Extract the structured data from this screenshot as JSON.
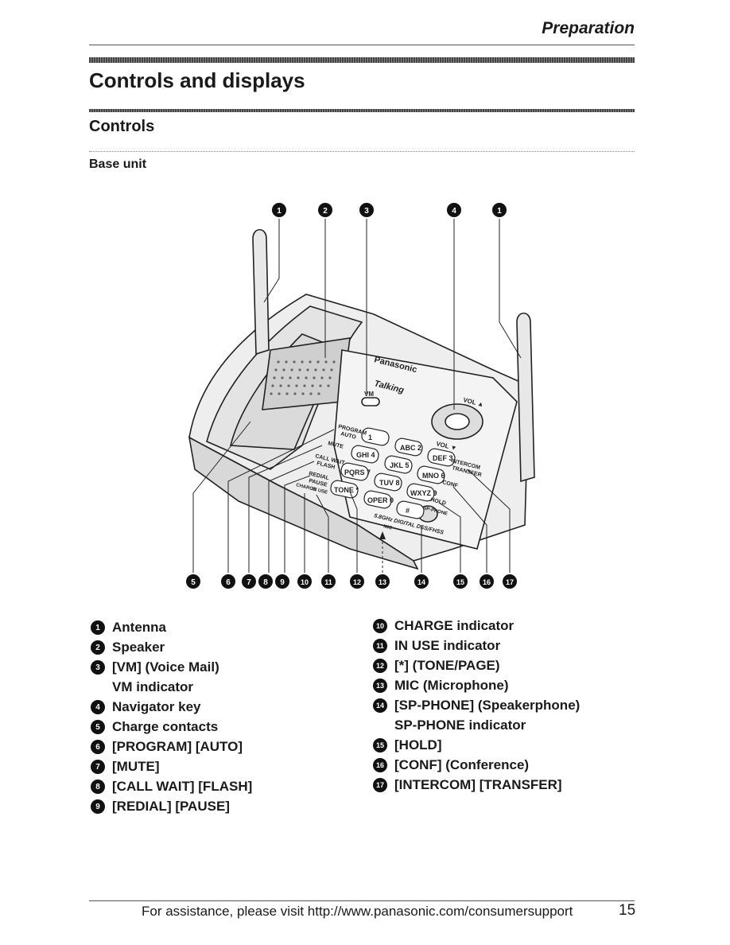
{
  "header": {
    "section": "Preparation"
  },
  "title": "Controls and displays",
  "subtitle": "Controls",
  "subheading": "Base unit",
  "figure": {
    "callout_numbers_top": [
      "1",
      "2",
      "3",
      "4",
      "1"
    ],
    "callout_numbers_bottom": [
      "5",
      "6",
      "7",
      "8",
      "9",
      "10",
      "11",
      "12",
      "13",
      "14",
      "15",
      "16",
      "17"
    ],
    "device_texts": {
      "brand": "Panasonic",
      "talking": "Talking",
      "vm": "VM",
      "vol_up": "VOL ▲",
      "vol_down": "VOL ▼",
      "program": "PROGRAM",
      "auto": "AUTO",
      "mute": "MUTE",
      "call_wait": "CALL WAIT",
      "flash": "FLASH",
      "redial": "REDIAL",
      "pause": "PAUSE",
      "charge": "CHARGE",
      "in_use": "IN USE",
      "intercom": "INTERCOM",
      "transfer": "TRANSFER",
      "conf": "CONF",
      "hold": "HOLD",
      "sp_phone": "SP-PHONE",
      "digital": "5.8GHz DIGITAL DSS/FHSS",
      "mic": "MIC"
    },
    "keys": [
      "1",
      "ABC 2",
      "DEF 3",
      "GHI 4",
      "JKL 5",
      "MNO 6",
      "PQRS 7",
      "TUV 8",
      "WXYZ 9",
      "TONE *",
      "OPER 0",
      "#"
    ]
  },
  "legend_left": [
    {
      "num": "1",
      "lines": [
        "Antenna"
      ]
    },
    {
      "num": "2",
      "lines": [
        "Speaker"
      ]
    },
    {
      "num": "3",
      "lines": [
        "[VM] (Voice Mail)",
        "VM indicator"
      ]
    },
    {
      "num": "4",
      "lines": [
        "Navigator key"
      ]
    },
    {
      "num": "5",
      "lines": [
        "Charge contacts"
      ]
    },
    {
      "num": "6",
      "lines": [
        "[PROGRAM] [AUTO]"
      ]
    },
    {
      "num": "7",
      "lines": [
        "[MUTE]"
      ]
    },
    {
      "num": "8",
      "lines": [
        "[CALL WAIT] [FLASH]"
      ]
    },
    {
      "num": "9",
      "lines": [
        "[REDIAL] [PAUSE]"
      ]
    }
  ],
  "legend_right": [
    {
      "num": "10",
      "lines": [
        "CHARGE indicator"
      ]
    },
    {
      "num": "11",
      "lines": [
        "IN USE indicator"
      ]
    },
    {
      "num": "12",
      "lines": [
        "[*] (TONE/PAGE)"
      ]
    },
    {
      "num": "13",
      "lines": [
        "MIC (Microphone)"
      ]
    },
    {
      "num": "14",
      "lines": [
        "[SP-PHONE] (Speakerphone)",
        "SP-PHONE indicator"
      ]
    },
    {
      "num": "15",
      "lines": [
        "[HOLD]"
      ]
    },
    {
      "num": "16",
      "lines": [
        "[CONF] (Conference)"
      ]
    },
    {
      "num": "17",
      "lines": [
        "[INTERCOM] [TRANSFER]"
      ]
    }
  ],
  "footer": {
    "text": "For assistance, please visit http://www.panasonic.com/consumersupport",
    "page": "15"
  }
}
